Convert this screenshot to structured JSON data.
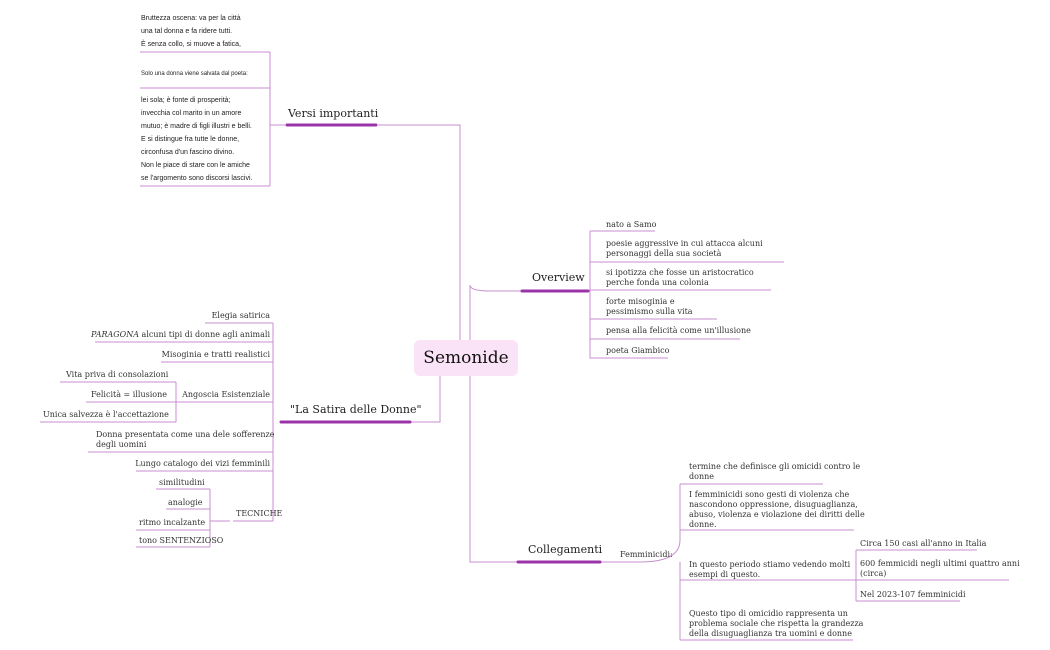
{
  "center": "Semonide",
  "branches": {
    "versi": "Versi importanti",
    "overview": "Overview",
    "satira": "\"La Satira delle Donne\"",
    "collegamenti": "Collegamenti"
  },
  "versi": {
    "block1": [
      "Bruttezza oscena: va per la città",
      "una tal donna e fa ridere tutti.",
      "È senza collo, si muove a fatica,"
    ],
    "label": "Solo una donna viene salvata dal poeta:",
    "block2": [
      "lei sola; è fonte di prosperità;",
      "invecchia col marito in un amore",
      "mutuo; è madre di figli illustri e belli.",
      "E si distingue fra tutte le donne,",
      "circonfusa d'un fascino divino.",
      "Non le piace di stare con le amiche",
      "se l'argomento sono discorsi lascivi."
    ]
  },
  "overview": {
    "items": [
      [
        "nato a Samo"
      ],
      [
        "poesie aggressive in cui attacca alcuni",
        "personaggi della sua società"
      ],
      [
        "si ipotizza che fosse un aristocratico",
        "perche fonda una colonia"
      ],
      [
        "forte misoginia e",
        "pessimismo sulla vita"
      ],
      [
        "pensa alla felicità come un'illusione"
      ],
      [
        "poeta Giambico"
      ]
    ]
  },
  "satira": {
    "elegia": "Elegia satirica",
    "paragona_em": "PARAGONA",
    "paragona_rest": " alcuni tipi di donne agli animali",
    "misoginia": "Misoginia e tratti realistici",
    "angoscia": "Angoscia Esistenziale",
    "angoscia_items": [
      "Vita priva di consolazioni",
      "Felicità = illusione",
      "Unica salvezza è l'accettazione"
    ],
    "donna": [
      "Donna presentata come una dele sofferenze",
      "degli uomini"
    ],
    "catalogo": "Lungo catalogo dei vizi femminili",
    "tecniche": "TECNICHE",
    "tecniche_items": [
      "similitudini",
      "analogie",
      "ritmo incalzante",
      "tono SENTENZIOSO"
    ]
  },
  "collegamenti": {
    "femminicidi": "Femminicidi:",
    "items": {
      "definizione": [
        "termine che definisce gli omicidi contro le",
        "donne"
      ],
      "gesti": [
        "I femminicidi sono gesti di violenza che",
        "nascondono oppressione, disuguaglianza,",
        "abuso, violenza e violazione dei diritti delle",
        "donne."
      ],
      "periodo": [
        "In questo periodo stiamo vedendo molti",
        "esempi di questo."
      ],
      "problema": [
        "Questo tipo di omicidio rappresenta un",
        "problema sociale che rispetta la grandezza",
        "della disuguaglianza tra uomini e donne"
      ]
    },
    "stats": [
      [
        "Circa 150 casi all'anno in Italia"
      ],
      [
        "600 femmicidi negli ultimi quattro anni",
        "(circa)"
      ],
      [
        "Nel 2023-107 femminicidi"
      ]
    ]
  },
  "colors": {
    "line": "#c98fd0",
    "accent": "#9b33a8",
    "center_bg": "#fbe3f7"
  }
}
